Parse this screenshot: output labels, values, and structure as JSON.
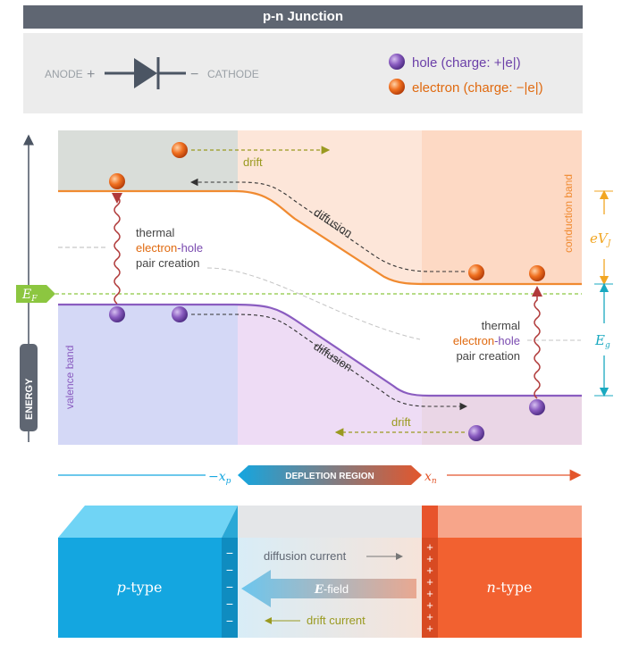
{
  "title": "p-n Junction",
  "legend": {
    "anode": "ANODE",
    "cathode": "CATHODE",
    "plus": "+",
    "minus": "−",
    "hole_label": "hole (charge: +|e|)",
    "electron_label": "electron (charge: −|e|)"
  },
  "bands": {
    "conduction_band": "conduction band",
    "valence_band": "valence band",
    "energy_axis": "ENERGY",
    "fermi": "E",
    "fermi_sub": "F",
    "evj": "eV",
    "evj_sub": "J",
    "eg": "E",
    "eg_sub": "g"
  },
  "labels": {
    "drift_top": "drift",
    "diffusion_top": "diffusion",
    "diffusion_bottom": "diffusion",
    "drift_bottom": "drift",
    "thermal_left_1": "thermal",
    "thermal_left_2a": "electron",
    "thermal_left_2b": "-hole",
    "thermal_left_3": "pair creation",
    "thermal_right_1": "thermal",
    "thermal_right_2a": "electron",
    "thermal_right_2b": "-hole",
    "thermal_right_3": "pair creation"
  },
  "region": {
    "depletion": "DEPLETION REGION",
    "xp": "−x",
    "xp_sub": "p",
    "xn": "x",
    "xn_sub": "n"
  },
  "device": {
    "p_type": "p",
    "p_type_suffix": "-type",
    "n_type": "n",
    "n_type_suffix": "-type",
    "diffusion_current": "diffusion current",
    "drift_current": "drift current",
    "efield": "E",
    "efield_suffix": "-field"
  },
  "colors": {
    "hole": "#8a5cc0",
    "electron": "#f07020",
    "p_type": "#1aa3e0",
    "n_type": "#f26130",
    "conduction": "#f08a30",
    "valence": "#8a5cc0",
    "fermi": "#8cc640"
  }
}
